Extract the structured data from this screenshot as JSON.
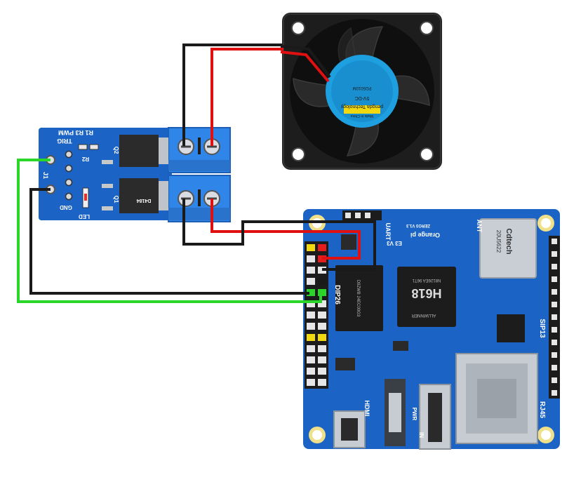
{
  "colors": {
    "pcb_blue": "#1b63c4",
    "mosfet_blue": "#2a7be0",
    "terminal_blue": "#2f86e8",
    "fan_black": "#1d1d1d",
    "wire_red": "#e01010",
    "wire_black": "#1a1a1a",
    "wire_green": "#2bd62b",
    "pin_yellow": "#f2d90f",
    "pin_red": "#e51c1c"
  },
  "mosfet_module": {
    "pwm_label": "R1 R3 PWM",
    "trig_label": "TRIG",
    "r2_label": "R2",
    "q2_label": "Q2",
    "q1_label": "Q1",
    "j1_label": "J1",
    "gnd_label": "GND",
    "led_label": "LED",
    "chip_mark": "D4184"
  },
  "fan": {
    "label_brand": "pengda Technology",
    "label_spec": "5V-DC",
    "label_model": "PD5010M",
    "label_extra": "Made in China"
  },
  "board": {
    "brand": "Orange pi",
    "model_ver": "ZERO3 V1.3",
    "soc_label": "H618",
    "soc_logo": "ALLWINNER",
    "soc_code": "N8126EA 96T1",
    "ram_code": "D9ZWB 24EC00G3",
    "wifi_brand": "Cdtech",
    "wifi_model": "20U5622",
    "header_label": "DIP26",
    "uart_label": "UART",
    "ant_label": "ANT",
    "spi_label": "SIP13",
    "hdmi_label": "HDMI",
    "pwr_label": "PWR",
    "in_label": "IN",
    "rj45_label": "RJ45",
    "ver_label": "E3 V3"
  }
}
